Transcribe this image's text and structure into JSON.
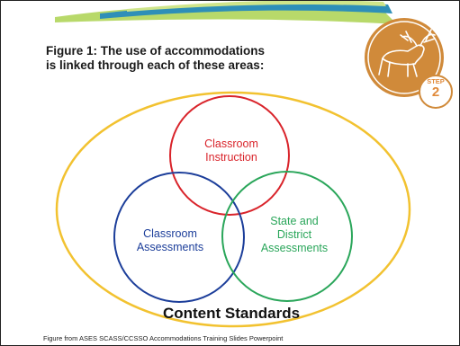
{
  "figure": {
    "title_line1": "Figure 1: The use of accommodations",
    "title_line2": "is linked through each of these areas:"
  },
  "circles": {
    "red": {
      "line1": "Classroom",
      "line2": "Instruction",
      "color": "#d9242b"
    },
    "blue": {
      "line1": "Classroom",
      "line2": "Assessments",
      "color": "#1c3e9a"
    },
    "green": {
      "line1": "State and",
      "line2": "District",
      "line3": "Assessments",
      "color": "#2aa65a"
    }
  },
  "outer_ellipse": {
    "label": "Content Standards",
    "color": "#f2c230"
  },
  "badge": {
    "step_word": "STEP",
    "step_number": "2",
    "color": "#d08a3a",
    "icon": "moose-icon"
  },
  "footnote": "Figure from ASES SCASS/CCSSO Accommodations Training Slides Powerpoint"
}
